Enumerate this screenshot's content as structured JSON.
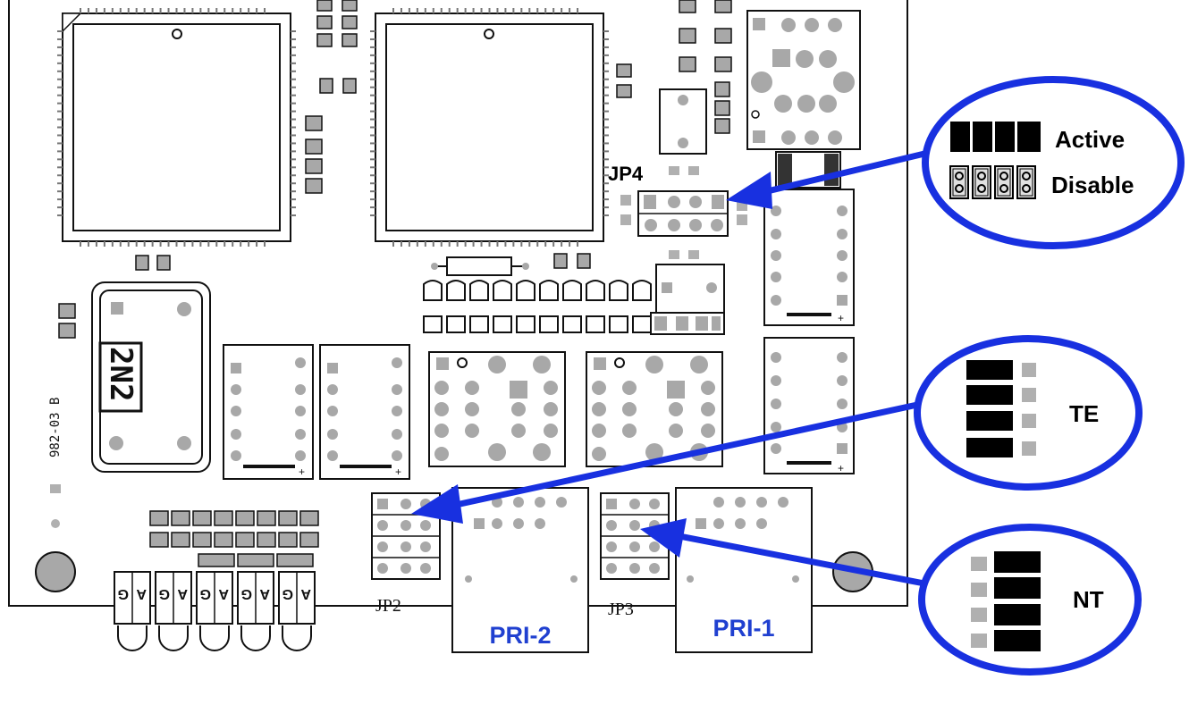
{
  "board": {
    "part_number": "982-03 B",
    "chip_label": "2N2",
    "jumper_labels": {
      "jp4": "JP4",
      "jp2": "JP2",
      "jp3": "JP3"
    },
    "port_labels": {
      "pri2": "PRI-2",
      "pri1": "PRI-1"
    },
    "led_letters": [
      "G",
      "A"
    ]
  },
  "callouts": {
    "jp4": {
      "active_label": "Active",
      "disable_label": "Disable"
    },
    "te": {
      "label": "TE"
    },
    "nt": {
      "label": "NT"
    }
  },
  "colors": {
    "callout_blue": "#1830e0",
    "port_label_blue": "#2040d0",
    "board_line": "#111111",
    "pad_gray": "#a8a8a8",
    "jumper_black": "#000000"
  }
}
